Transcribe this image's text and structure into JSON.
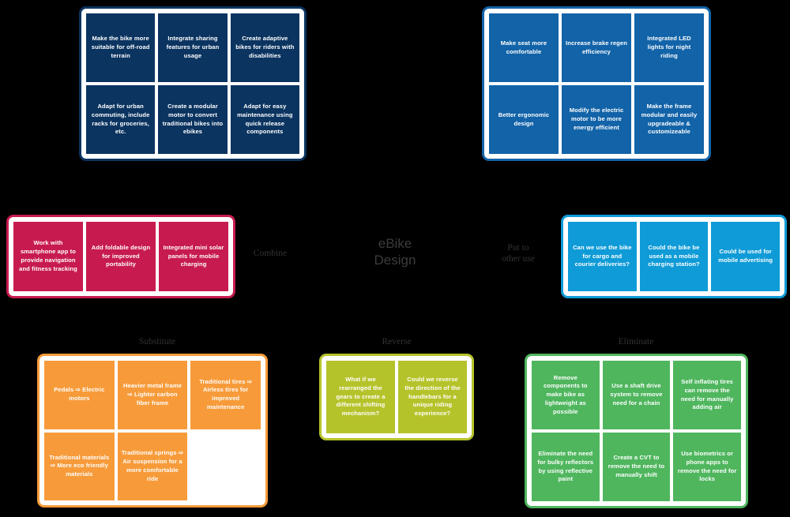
{
  "diagram": {
    "title": "eBike\nDesign",
    "background_color": "#000000",
    "type": "SCAMPER brainstorming board"
  },
  "labels": {
    "combine": "Combine",
    "put_to_other_use": "Put to\nother use",
    "substitute": "Substitute",
    "reverse": "Reverse",
    "eliminate": "Eliminate"
  },
  "groups": {
    "adapt": {
      "name": "adapt-group",
      "color": "#0b3460",
      "columns": 3,
      "rows": 2,
      "cards": [
        "Make the bike more suitable for off-road terrain",
        "Integrate sharing features for urban usage",
        "Create adaptive bikes for riders with disabilities",
        "Adapt for urban commuting, include racks for groceries, etc.",
        "Create a modular motor to convert traditional bikes into ebikes",
        "Adapt for easy maintenance using quick release components"
      ]
    },
    "modify": {
      "name": "modify-group",
      "color": "#1263a8",
      "columns": 3,
      "rows": 2,
      "cards": [
        "Make seat more comfortable",
        "Increase brake regen efficiency",
        "Integrated LED lights for night riding",
        "Better ergonomic design",
        "Modify the electric motor to be more energy efficient",
        "Make the frame modular and easily upgradeable & customizeable"
      ]
    },
    "combine": {
      "name": "combine-group",
      "color": "#c71b4f",
      "columns": 3,
      "rows": 1,
      "cards": [
        "Work with smartphone app to provide navigation and fitness tracking",
        "Add foldable design for improved portability",
        "Integrated mini solar panels for mobile charging"
      ]
    },
    "put_to_other_use": {
      "name": "put-to-other-use-group",
      "color": "#0f9bd7",
      "columns": 3,
      "rows": 1,
      "cards": [
        "Can we use the bike for cargo and courier deliveries?",
        "Could the bike be used as a mobile charging station?",
        "Could be used for mobile advertising"
      ]
    },
    "substitute": {
      "name": "substitute-group",
      "color": "#f79b3a",
      "columns": 3,
      "rows": 2,
      "cards": [
        "Pedals ⇨ Electric motors",
        "Heavier metal frame ⇨ Lighter carbon fiber frame",
        "Traditional tires ⇨ Airless tires for improved maintenance",
        "Traditional materials ⇨ More eco friendly materials",
        "Traditional springs ⇨ Air suspension for a more comfortable ride",
        ""
      ]
    },
    "reverse": {
      "name": "reverse-group",
      "color": "#b5c32a",
      "columns": 2,
      "rows": 1,
      "cards": [
        "What if we rearranged the gears to create a different shifting mechanism?",
        "Could we reverse the direction of the handlebars for a unique riding experience?"
      ]
    },
    "eliminate": {
      "name": "eliminate-group",
      "color": "#4fb65e",
      "columns": 3,
      "rows": 2,
      "cards": [
        "Remove components to make bike as lightweight as possible",
        "Use a shaft drive system to remove need for a chain",
        "Self inflating tires can remove the need for manually adding air",
        "Eliminate the need for bulky reflectors by using reflective paint",
        "Create a CVT to remove the need to manually shift",
        "Use biometrics or phone apps to remove the need for locks"
      ]
    }
  }
}
